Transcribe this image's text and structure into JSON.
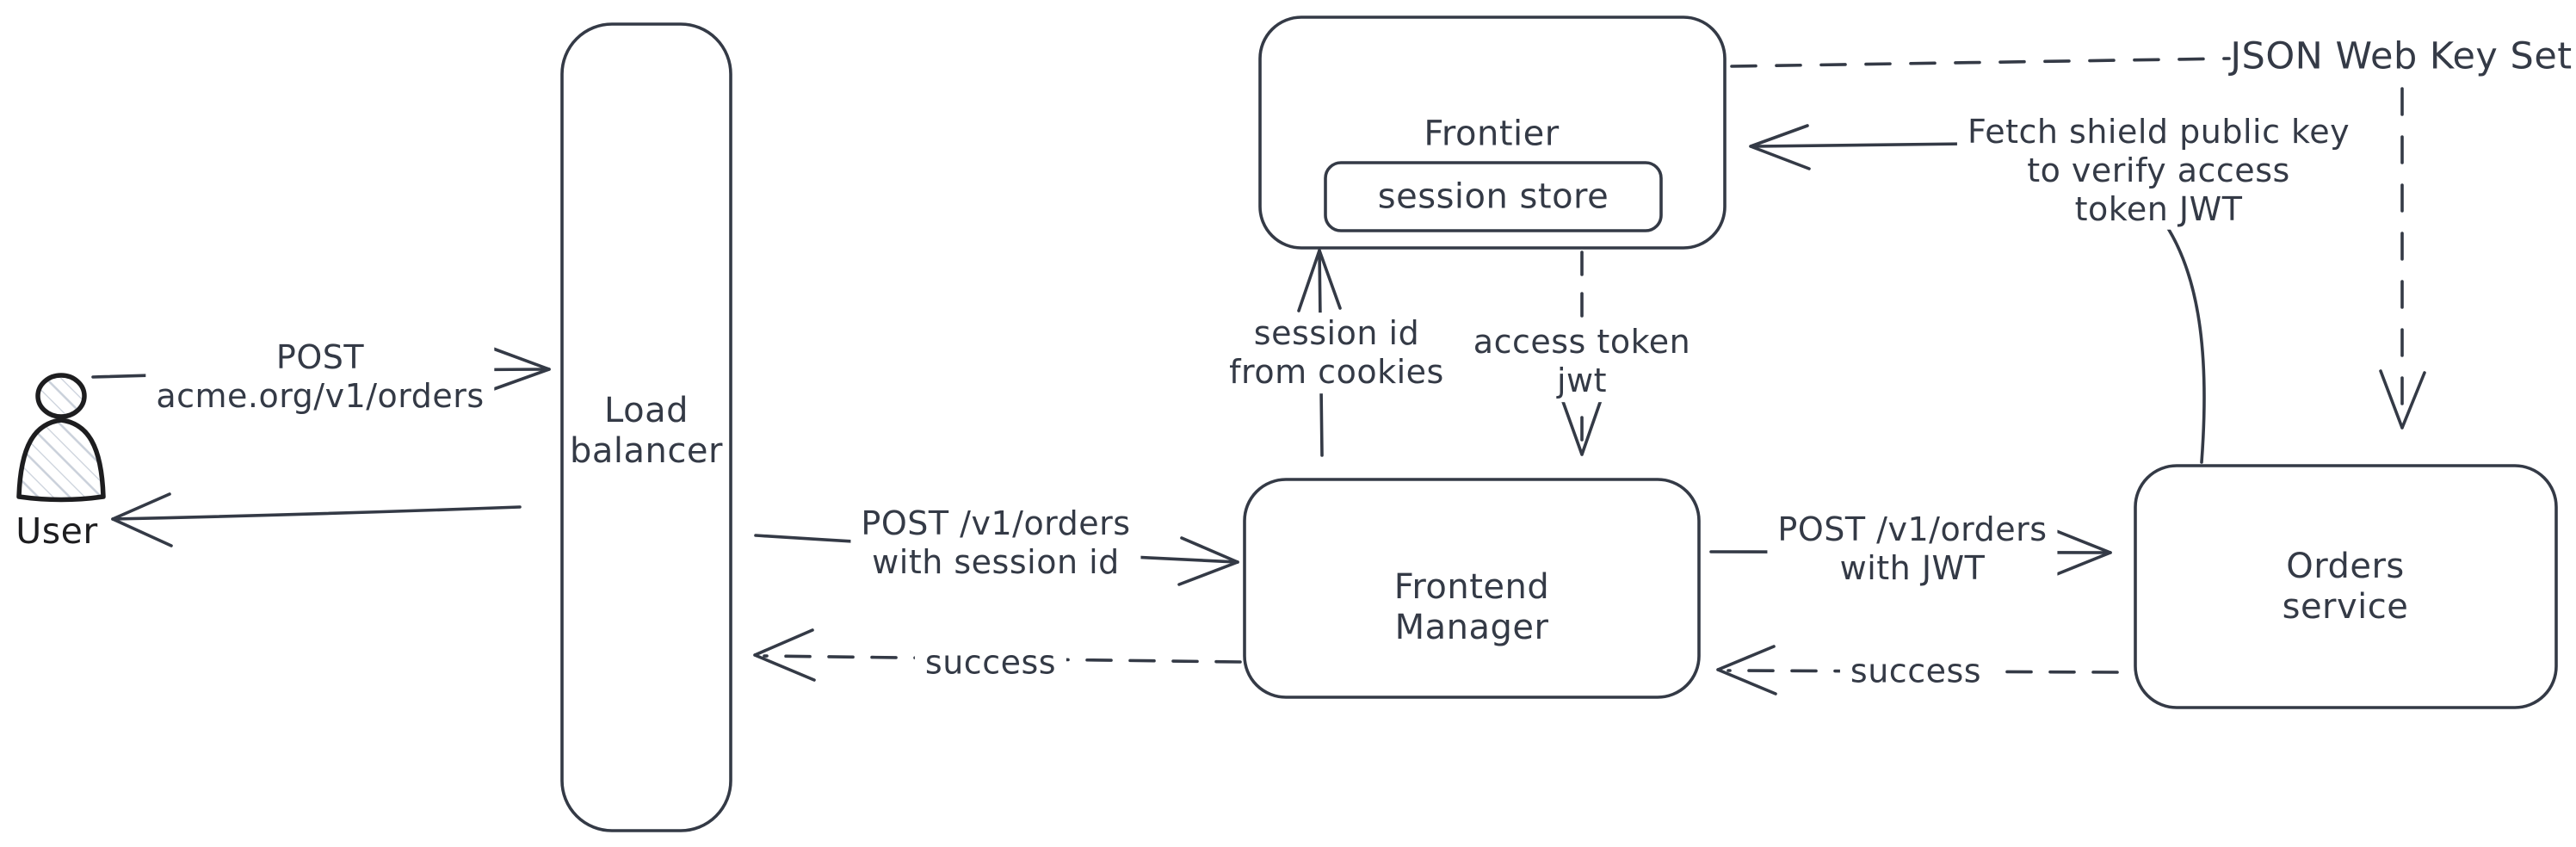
{
  "diagram": {
    "type": "architecture-flow",
    "background": "#ffffff"
  },
  "colors": {
    "ink": "#343a46",
    "person_stroke": "#1d1d1f",
    "person_fill_hatch": "#c9d0da",
    "label_background": "#ffffff"
  },
  "nodes": {
    "user": {
      "label": "User",
      "icon": "person-icon"
    },
    "load_balancer": {
      "label": "Load\nbalancer"
    },
    "frontier": {
      "label": "Frontier"
    },
    "session_store": {
      "label": "session store"
    },
    "frontend_manager": {
      "label": "Frontend\nManager"
    },
    "orders_service": {
      "label": "Orders service"
    },
    "jwks": {
      "label": "JSON Web Key Set"
    }
  },
  "edges": {
    "user_to_lb": {
      "label": "POST\nacme.org/v1/orders",
      "style": "solid",
      "from": "user",
      "to": "load_balancer"
    },
    "lb_to_user": {
      "label": "",
      "style": "solid",
      "from": "load_balancer",
      "to": "user"
    },
    "lb_to_fm": {
      "label": "POST /v1/orders\nwith session id",
      "style": "solid",
      "from": "load_balancer",
      "to": "frontend_manager"
    },
    "fm_to_lb": {
      "label": "success",
      "style": "dashed",
      "from": "frontend_manager",
      "to": "load_balancer"
    },
    "fm_to_frontier": {
      "label": "session id\nfrom cookies",
      "style": "solid",
      "from": "frontend_manager",
      "to": "frontier"
    },
    "frontier_to_fm": {
      "label": "access token\njwt",
      "style": "dashed",
      "from": "frontier",
      "to": "frontend_manager"
    },
    "fm_to_orders": {
      "label": "POST /v1/orders\nwith JWT",
      "style": "solid",
      "from": "frontend_manager",
      "to": "orders_service"
    },
    "orders_to_fm": {
      "label": "success",
      "style": "dashed",
      "from": "orders_service",
      "to": "frontend_manager"
    },
    "orders_to_frontier": {
      "label": "Fetch shield public key\nto verify access\ntoken JWT",
      "style": "solid",
      "from": "orders_service",
      "to": "frontier"
    },
    "frontier_to_jwks": {
      "label": "",
      "style": "dashed",
      "from": "frontier",
      "to": "jwks"
    },
    "jwks_to_orders": {
      "label": "",
      "style": "dashed",
      "from": "jwks",
      "to": "orders_service"
    }
  }
}
